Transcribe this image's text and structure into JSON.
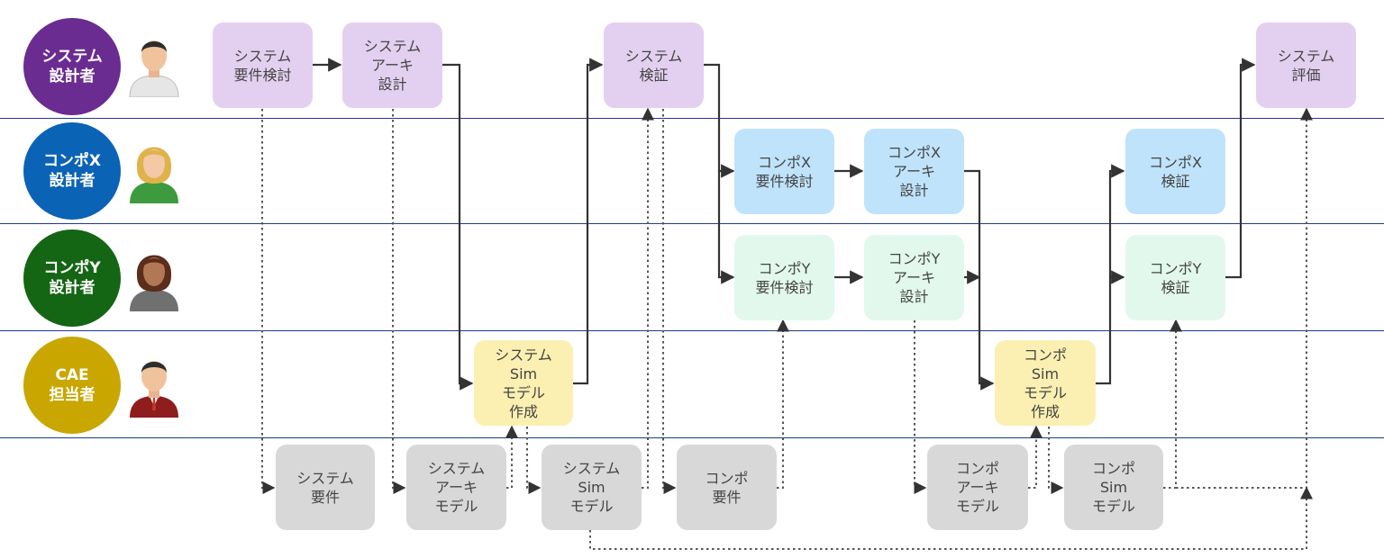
{
  "colors": {
    "system_designer": "#6a2c91",
    "compo_x_designer": "#0b63b6",
    "compo_y_designer": "#146614",
    "cae_engineer": "#c9a600",
    "lane_line": "#1f3a8a",
    "task_system": "#e3d0f0",
    "task_compo_x": "#bfe3fb",
    "task_compo_y": "#e2f8ec",
    "task_cae": "#fbefb2",
    "artifact": "#d8d8d8"
  },
  "roles": {
    "system_designer": "システム\n設計者",
    "compo_x_designer": "コンポX\n設計者",
    "compo_y_designer": "コンポY\n設計者",
    "cae_engineer": "CAE\n担当者"
  },
  "tasks": {
    "sys_req": "システム\n要件検討",
    "sys_arch": "システム\nアーキ\n設計",
    "sys_verify": "システム\n検証",
    "sys_eval": "システム\n評価",
    "x_req": "コンポX\n要件検討",
    "x_arch": "コンポX\nアーキ\n設計",
    "x_verify": "コンポX\n検証",
    "y_req": "コンポY\n要件検討",
    "y_arch": "コンポY\nアーキ\n設計",
    "y_verify": "コンポY\n検証",
    "sys_sim_build": "システム\nSim\nモデル\n作成",
    "compo_sim_build": "コンポ\nSim\nモデル\n作成"
  },
  "artifacts": {
    "sys_req": "システム\n要件",
    "sys_arch_model": "システム\nアーキ\nモデル",
    "sys_sim_model": "システム\nSim\nモデル",
    "compo_req": "コンポ\n要件",
    "compo_arch_model": "コンポ\nアーキ\nモデル",
    "compo_sim_model": "コンポ\nSim\nモデル"
  }
}
